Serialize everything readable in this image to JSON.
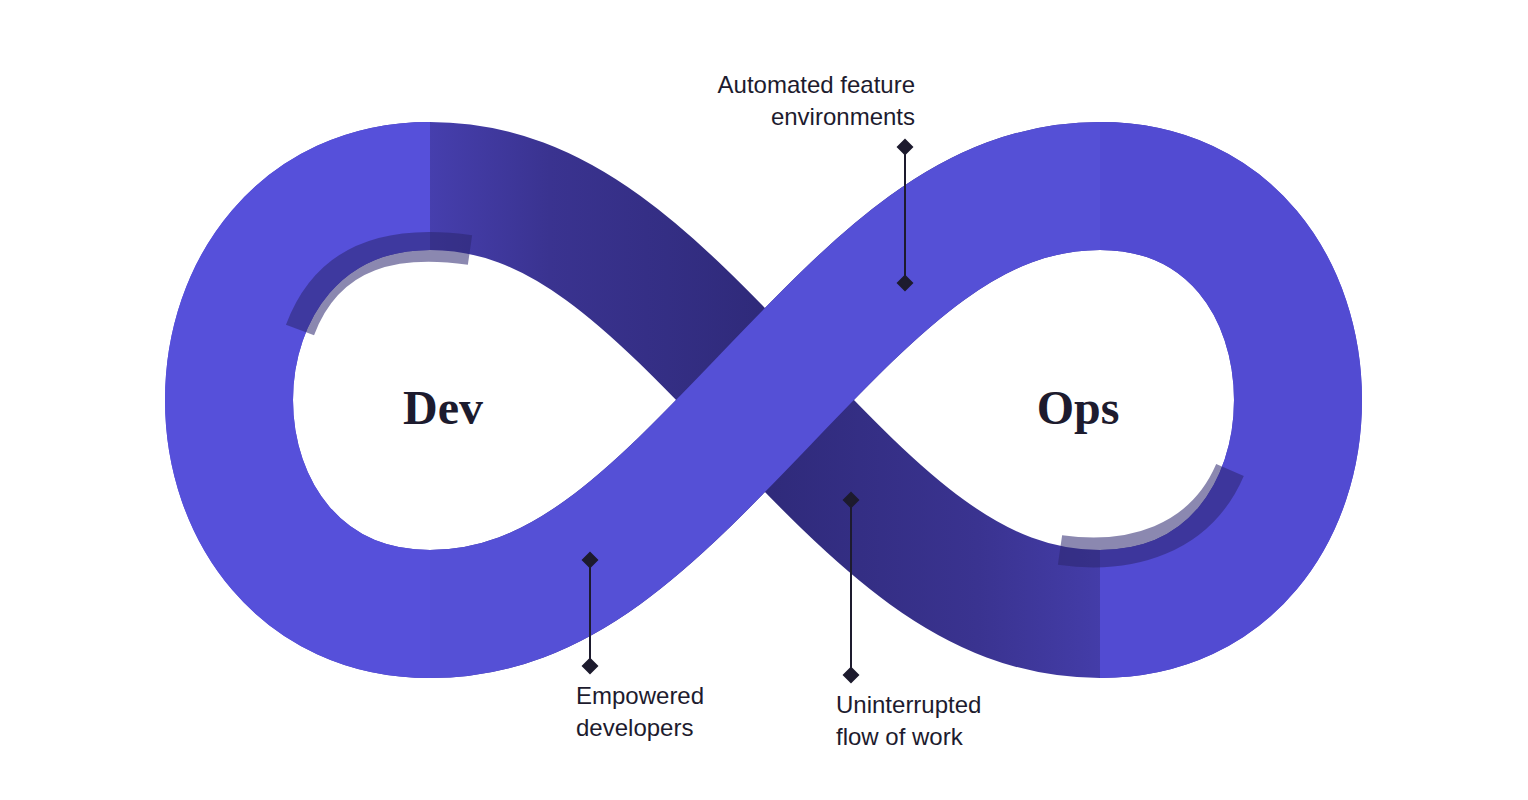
{
  "diagram": {
    "labels": [
      "Automated feature environments",
      "Dev",
      "Ops",
      "Empowered developers",
      "Uninterrupted flow of work"
    ]
  }
}
